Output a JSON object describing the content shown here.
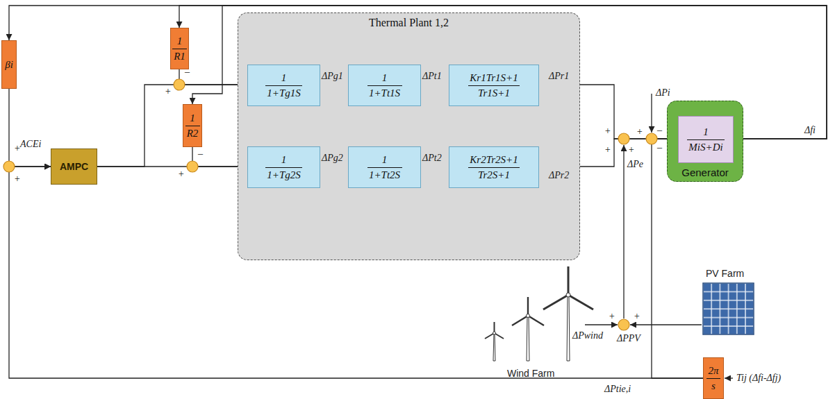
{
  "diagram": {
    "nodes": [
      {
        "text": [
          "βi"
        ]
      },
      {
        "text": [
          "1",
          "R1"
        ]
      },
      {
        "text": [
          "AMPC"
        ]
      },
      {
        "text": [
          "1",
          "R2"
        ]
      },
      {
        "text": [
          "Thermal Plant 1,2"
        ]
      },
      {
        "text": [
          "1",
          "1+Tg1S"
        ],
        "in": 4
      },
      {
        "text": [
          "1",
          "1+Tt1S"
        ],
        "in": 4
      },
      {
        "text": [
          "Kr1Tr1S+1",
          "Tr1S+1"
        ],
        "in": 4
      },
      {
        "text": [
          "1",
          "1+Tg2S"
        ],
        "in": 4
      },
      {
        "text": [
          "1",
          "1+Tt2S"
        ],
        "in": 4
      },
      {
        "text": [
          "Kr2Tr2S+1",
          "Tr2S+1"
        ],
        "in": 4
      },
      {
        "text": [
          "Generator"
        ]
      },
      {
        "text": [
          "1",
          "MiS+Di"
        ],
        "in": 11
      },
      {
        "text": [
          "2π",
          "s"
        ]
      }
    ],
    "edges": [
      {
        "from": 2,
        "to": 5,
        "arrow": "to"
      },
      {
        "from": 2,
        "to": 8,
        "arrow": "to"
      },
      {
        "from": 1,
        "to": 5,
        "arrow": "to"
      },
      {
        "from": 3,
        "to": 8,
        "arrow": "to"
      },
      {
        "from": 5,
        "to": 6,
        "arrow": "to"
      },
      {
        "from": 6,
        "to": 7,
        "arrow": "to"
      },
      {
        "from": 8,
        "to": 9,
        "arrow": "to"
      },
      {
        "from": 9,
        "to": 10,
        "arrow": "to"
      },
      {
        "from": 7,
        "to": 12,
        "arrow": "to"
      },
      {
        "from": 10,
        "to": 12,
        "arrow": "to"
      },
      {
        "from": 12,
        "to": 0,
        "arrow": "to"
      },
      {
        "from": 12,
        "to": 1,
        "arrow": "to"
      },
      {
        "from": 12,
        "to": 3,
        "arrow": "to"
      },
      {
        "from": 0,
        "to": 2,
        "arrow": "to"
      },
      {
        "from": 13,
        "to": 2,
        "arrow": "to"
      },
      {
        "from": 13,
        "to": 12,
        "arrow": "to"
      }
    ],
    "labels": [
      "+",
      "ACEi",
      "+",
      "–",
      "+",
      "–",
      "+",
      "ΔPg1",
      "ΔPt1",
      "ΔPr1",
      "ΔPg2",
      "ΔPt2",
      "ΔPr2",
      "ΔPi",
      "+",
      "–",
      "+",
      "+",
      "+",
      "–",
      "ΔPe",
      "Δfi",
      "ΔPwind",
      "+",
      "+",
      "ΔPPV",
      "Wind Farm",
      "PV Farm",
      "Tij (Δfi-Δfj)",
      "ΔPtie,i"
    ]
  }
}
